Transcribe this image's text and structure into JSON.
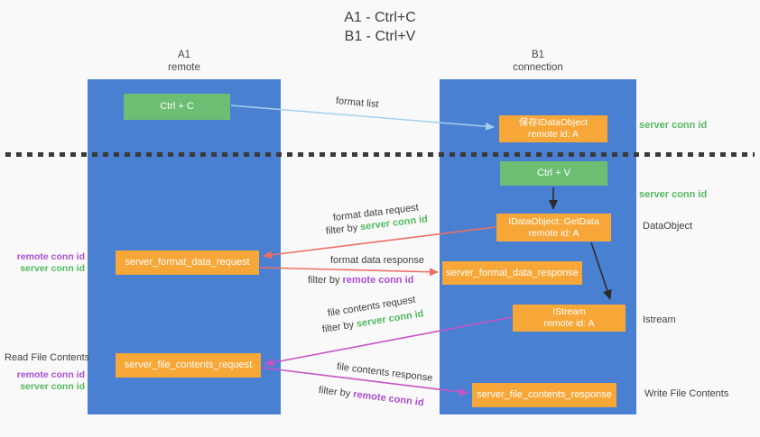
{
  "title": {
    "line1": "A1 - Ctrl+C",
    "line2": "B1 - Ctrl+V"
  },
  "columns": {
    "left": {
      "name": "A1",
      "role": "remote"
    },
    "right": {
      "name": "B1",
      "role": "connection"
    }
  },
  "nodes": {
    "ctrl_c": {
      "label": "Ctrl + C"
    },
    "save_idataobject": {
      "line1": "保存IDataObject",
      "line2": "remote id: A"
    },
    "ctrl_v": {
      "label": "Ctrl + V"
    },
    "getdata": {
      "line1": "IDataObject::GetData",
      "line2": "remote id: A"
    },
    "format_request": {
      "label": "server_format_data_request"
    },
    "format_response": {
      "label": "server_format_data_response"
    },
    "istream": {
      "line1": "IStream",
      "line2": "remote id: A"
    },
    "file_request": {
      "label": "server_file_contents_request"
    },
    "file_response": {
      "label": "server_file_contents_response"
    }
  },
  "edges": {
    "format_list": {
      "label": "format list"
    },
    "format_data_request": {
      "label": "format data request",
      "filter_prefix": "filter by ",
      "filter_key": "server conn id"
    },
    "format_data_response": {
      "label": "format data response",
      "filter_prefix": "filter by ",
      "filter_key": "remote conn id"
    },
    "file_contents_request": {
      "label": "file contents request",
      "filter_prefix": "filter by ",
      "filter_key": "server conn id"
    },
    "file_contents_response": {
      "label": "file contents response",
      "filter_prefix": "filter by ",
      "filter_key": "remote conn id"
    }
  },
  "annotations": {
    "server_conn_id_top": "server conn id",
    "server_conn_id_mid": "server conn id",
    "dataobject": "DataObject",
    "istream": "Istream",
    "write_file_contents": "Write File Contents",
    "read_file_contents": "Read File Contents",
    "format_remote_conn_id": "remote conn id",
    "format_server_conn_id": "server conn id",
    "file_remote_conn_id": "remote conn id",
    "file_server_conn_id": "server conn id"
  },
  "colors": {
    "lifeline_blue": "#4a80d2",
    "action_green": "#6dbe73",
    "message_orange": "#f7a737",
    "green_text": "#53b961",
    "purple_text": "#ab4fd1",
    "red_arrow": "#ec7063",
    "magenta_arrow": "#c653c6",
    "lightblue_arrow": "#a5cfea",
    "black_arrow": "#2b2b2b",
    "ink": "#3f3f3f",
    "background": "#f9f9f9"
  }
}
